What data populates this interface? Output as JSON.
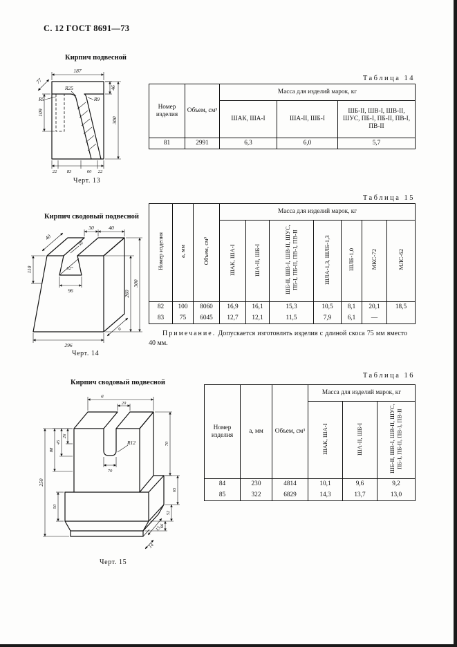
{
  "page": {
    "header": "С. 12 ГОСТ 8691—73"
  },
  "fig13": {
    "label": "Кирпич подвесной",
    "caption": "Черт. 13",
    "dims": {
      "w187": "187",
      "s77": "77",
      "h46": "46",
      "v109": "109",
      "v300": "300",
      "r25": "R25",
      "r9": "R9",
      "r5": "R5",
      "b1": "22",
      "b2": "83",
      "b3": "60",
      "b4": "22"
    }
  },
  "table14": {
    "title": "Таблица 14",
    "col_item": "Номер изделия",
    "col_volume": "Объем, см³",
    "mass_header": "Масса для изделий марок, кг",
    "mass_cols": [
      "ШАК, ША-I",
      "ША-II, ШБ-I",
      "ШБ-II, ШВ-I, ШВ-II, ШУС, ПБ-I, ПБ-II, ПВ-I, ПВ-II"
    ],
    "row": [
      "81",
      "2991",
      "6,3",
      "6,0",
      "5,7"
    ]
  },
  "fig14": {
    "label": "Кирпич сводовый подвесной",
    "caption": "Черт. 14",
    "dims": {
      "t40a": "40",
      "t30": "30",
      "t40b": "40",
      "v110": "110",
      "ang": "62°",
      "w96": "96",
      "s30": "30",
      "v260": "260",
      "v300": "300",
      "b296": "296",
      "a": "a"
    }
  },
  "table15": {
    "title": "Таблица 15",
    "col_item": "Номер изделия",
    "col_a": "a, мм",
    "col_volume": "Объем, см³",
    "mass_header": "Масса для изделий марок, кг",
    "mass_cols": [
      "ШАК, ША-I",
      "ША-II, ШБ-I",
      "ШБ-II, ШВ-I, ШВ-II, ШУС, ПБ-I, ПБ-II, ПВ-I, ПВ-II",
      "ШЛА-1,3, ШЛБ-1,3",
      "ШЛБ-1,0",
      "МКС-72",
      "МЛС-62"
    ],
    "rows": [
      [
        "82",
        "100",
        "8060",
        "16,9",
        "16,1",
        "15,3",
        "10,5",
        "8,1",
        "20,1",
        "18,5"
      ],
      [
        "83",
        "75",
        "6045",
        "12,7",
        "12,1",
        "11,5",
        "7,9",
        "6,1",
        "—",
        ""
      ]
    ],
    "note_label": "Примечание.",
    "note_text": "Допускается изготовлять изделия с длиной скоса 75 мм вместо 40 мм."
  },
  "fig15": {
    "label": "Кирпич сводовый подвесной",
    "caption": "Черт. 15",
    "dims": {
      "a": "a",
      "w20": "20",
      "r12": "R12",
      "v26": "26",
      "v45": "45",
      "v88": "88",
      "v250": "250",
      "v50": "50",
      "w70": "70",
      "v70": "70",
      "v65": "65",
      "v52": "52",
      "v66": "66",
      "s15": "15",
      "s14": "14"
    }
  },
  "table16": {
    "title": "Таблица 16",
    "col_item": "Номер изделия",
    "col_a": "a, мм",
    "col_volume": "Объем, см³",
    "mass_header": "Масса для изделий марок, кг",
    "mass_cols": [
      "ШАК, ША-I",
      "ША-II, ШБ-I",
      "ШБ-II, ШВ-I, ШВ-II, ШУС, ПБ-I, ПБ-II, ПВ-I, ПВ-II"
    ],
    "rows": [
      [
        "84",
        "230",
        "4814",
        "10,1",
        "9,6",
        "9,2"
      ],
      [
        "85",
        "322",
        "6829",
        "14,3",
        "13,7",
        "13,0"
      ]
    ]
  }
}
